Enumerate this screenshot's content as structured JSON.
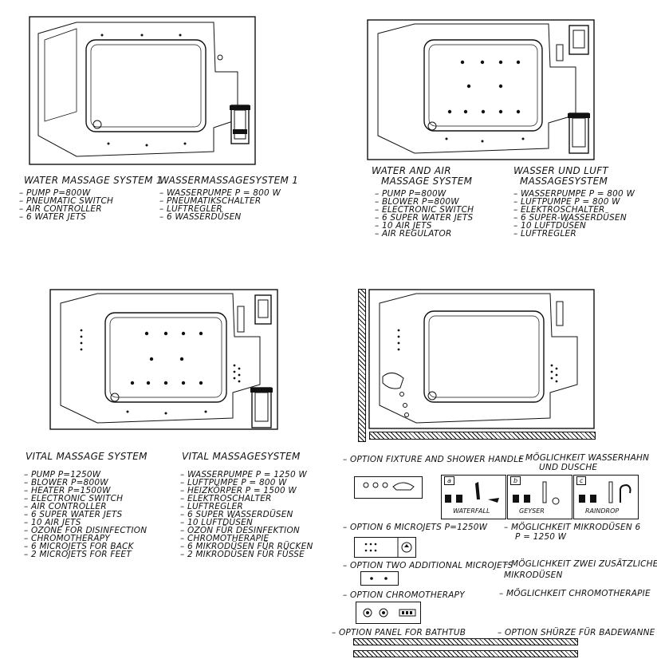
{
  "systems": [
    {
      "title_en": "WATER MASSAGE SYSTEM 1",
      "title_de": "WASSERMASSAGESYSTEM 1",
      "items_en": [
        "– PUMP P=800W",
        "– PNEUMATIC SWITCH",
        "– AIR CONTROLLER",
        "– 6 WATER JETS"
      ],
      "items_de": [
        "– WASSERPUMPE P = 800 W",
        "– PNEUMATIKSCHALTER",
        "– LUFTREGLER",
        "– 6 WASSERDÜSEN"
      ]
    },
    {
      "title_en": "WATER AND AIR\n MASSAGE SYSTEM",
      "title_de": "WASSER UND LUFT\n MASSAGESYSTEM",
      "title_en_1": "WATER AND AIR",
      "title_en_2": "MASSAGE SYSTEM",
      "title_de_1": "WASSER UND LUFT",
      "title_de_2": "MASSAGESYSTEM",
      "items_en": [
        "– PUMP P=800W",
        "– BLOWER P=800W",
        "– ELECTRONIC SWITCH",
        "– 6 SUPER WATER JETS",
        "– 10 AIR JETS",
        "– AIR REGULATOR"
      ],
      "items_de": [
        "– WASSERPUMPE P = 800 W",
        "– LUFTPUMPE P = 800 W",
        "– ELEKTROSCHALTER",
        "– 6 SUPER-WASSERDÜSEN",
        "– 10 LUFTDÜSEN",
        "– LUFTREGLER"
      ]
    },
    {
      "title_en": "VITAL MASSAGE SYSTEM",
      "title_de": "VITAL MASSAGESYSTEM",
      "items_en": [
        "– PUMP P=1250W",
        "– BLOWER P=800W",
        "– HEATER P=1500W",
        "– ELECTRONIC SWITCH",
        "– AIR CONTROLLER",
        "– 6 SUPER WATER JETS",
        "– 10 AIR JETS",
        "– OZONE FOR DISINFECTION",
        "– CHROMOTHERAPY",
        "– 6 MICROJETS FOR BACK",
        "– 2 MICROJETS FOR FEET"
      ],
      "items_de": [
        "– WASSERPUMPE P = 1250 W",
        "– LUFTPUMPE P = 800 W",
        "– HEIZKÖRPER P = 1500 W",
        "– ELEKTROSCHALTER",
        "– LUFTREGLER",
        "– 6 SUPER WASSERDÜSEN",
        "– 10 LUFTDÜSEN",
        "– OZON FÜR DESINFEKTION",
        "– CHROMOTHERAPIE",
        "– 6 MIKRODÜSEN FÜR RÜCKEN",
        "– 2 MIKRODÜSEN FÜR FÜSSE"
      ]
    }
  ],
  "options": {
    "fixture_en": "– OPTION FIXTURE AND SHOWER HANDLE",
    "fixture_de_1": "–  MÖGLICHKEIT WASSERHAHN",
    "fixture_de_2": "UND DUSCHE",
    "variants": [
      {
        "letter": "a",
        "name": "WATERFALL"
      },
      {
        "letter": "b",
        "name": "GEYSER"
      },
      {
        "letter": "c",
        "name": "RAINDROP"
      }
    ],
    "microjets_en": "– OPTION 6 MICROJETS P=1250W",
    "microjets_de_1": "– MÖGLICHKEIT MIKRODÜSEN 6",
    "microjets_de_2": "P = 1250 W",
    "two_en": "– OPTION TWO ADDITIONAL MICROJETS",
    "two_de_1": "– MÖGLICHKEIT ZWEI ZUSÄTZLICHE",
    "two_de_2": "MIKRODÜSEN",
    "chromo_en": "– OPTION CHROMOTHERAPY",
    "chromo_de": "– MÖGLICHKEIT CHROMOTHERAPIE",
    "panel_en": "– OPTION PANEL FOR BATHTUB",
    "panel_de": "– OPTION SHÜRZE FÜR BADEWANNE"
  }
}
